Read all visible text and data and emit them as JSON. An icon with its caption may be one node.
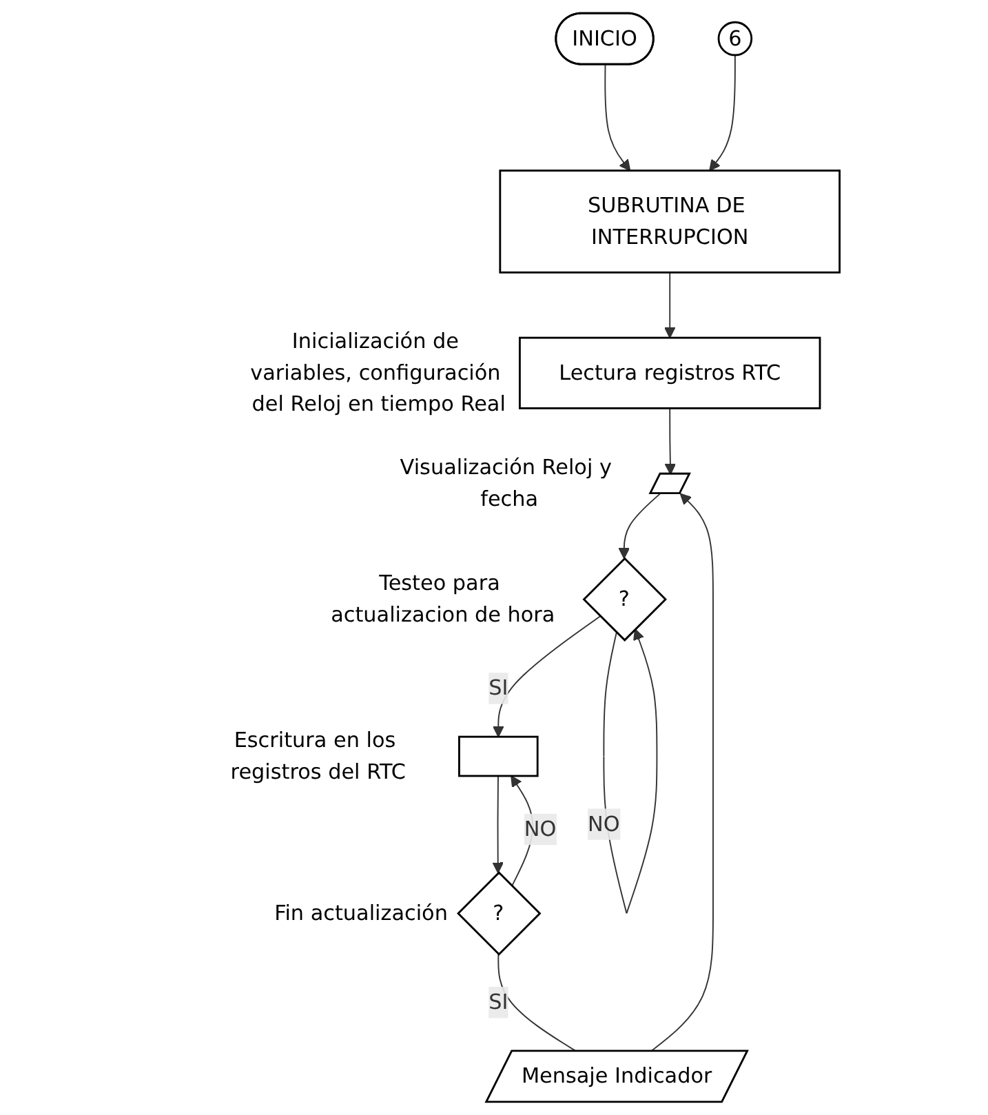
{
  "diagram": {
    "nodes": [
      {
        "text": [
          "INICIO"
        ]
      },
      {
        "text": [
          "6"
        ]
      },
      {
        "text": [
          "SUBRUTINA DE INTERRUPCION"
        ]
      },
      {
        "text": [
          "Lectura registros RTC"
        ],
        "beside": [
          "Inicialización de variables, configuración del Reloj en tiempo Real"
        ]
      },
      {
        "text": [],
        "shape": "parallelogram",
        "beside": [
          "Visualización Reloj y fecha"
        ]
      },
      {
        "text": [
          "?"
        ],
        "beside": [
          "Testeo para actualizacion de hora"
        ]
      },
      {
        "text": [
          "Mensaje Indicador"
        ]
      },
      {
        "text": [],
        "shape": "box",
        "beside": [
          "Escritura en los registros del RTC"
        ]
      },
      {
        "text": [
          "?"
        ],
        "beside": [
          "Fin actualización"
        ]
      }
    ],
    "edges": [
      {
        "from": 0,
        "to": 2,
        "arrow": "to"
      },
      {
        "from": 1,
        "to": 2,
        "arrow": "to"
      },
      {
        "from": 2,
        "to": 3,
        "arrow": "to"
      },
      {
        "from": 3,
        "to": 4,
        "arrow": "to"
      },
      {
        "from": 6,
        "to": 4,
        "arrow": "to"
      },
      {
        "from": 4,
        "to": 5,
        "arrow": "to"
      },
      {
        "from": 5,
        "to": 5,
        "label": "NO",
        "arrow": "to"
      },
      {
        "from": 5,
        "to": 7,
        "label": "SI",
        "arrow": "to"
      },
      {
        "from": 8,
        "to": 7,
        "label": "NO",
        "arrow": "to"
      },
      {
        "from": 7,
        "to": 8,
        "arrow": "to"
      },
      {
        "from": 8,
        "to": 6,
        "label": "SI",
        "arrow": "none"
      }
    ]
  }
}
